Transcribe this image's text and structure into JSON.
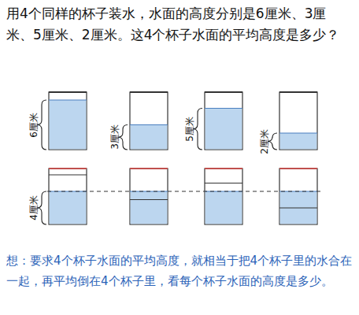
{
  "diagram": {
    "title": "用4个同样的杯子装水，水面的高度分别是6厘米、3厘米、5厘米、2厘米。这4个杯子水面的平均高度是多少？",
    "caption": "想：要求4个杯子水面的平均高度，就相当于把4个杯子里的水合在一起，再平均倒在4个杯子里，看每个杯子水面的高度是多少。",
    "labels": [
      "6厘米",
      "3厘米",
      "5厘米",
      "2厘米",
      "4厘米"
    ]
  }
}
